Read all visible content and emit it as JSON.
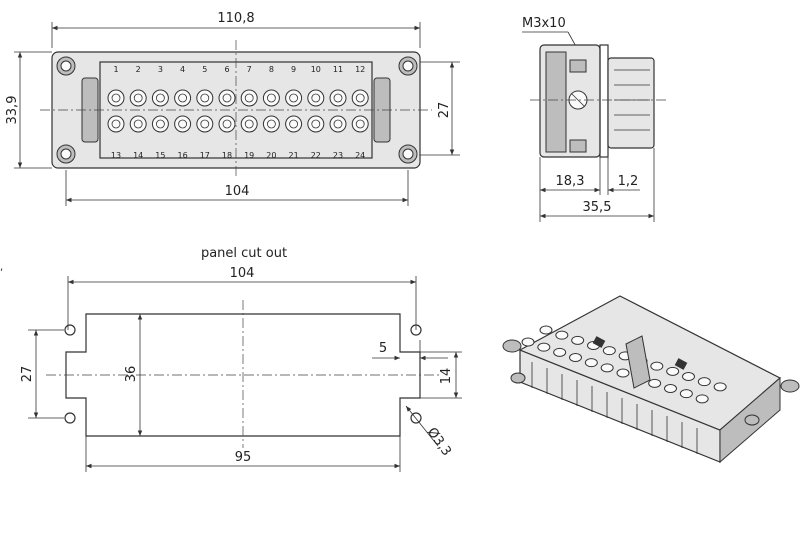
{
  "front_view": {
    "dim_width_overall": "110,8",
    "dim_height_overall": "33,9",
    "dim_height_inner": "27",
    "dim_hole_spacing": "104",
    "pin_numbers_top": [
      "1",
      "2",
      "3",
      "4",
      "5",
      "6",
      "7",
      "8",
      "9",
      "10",
      "11",
      "12"
    ],
    "pin_numbers_bottom": [
      "13",
      "14",
      "15",
      "16",
      "17",
      "18",
      "19",
      "20",
      "21",
      "22",
      "23",
      "24"
    ]
  },
  "side_view": {
    "screw_label": "M3x10",
    "dim_depth_a": "18,3",
    "dim_depth_b": "1,2",
    "dim_depth_total": "35,5"
  },
  "cutout": {
    "title": "panel cut out",
    "dim_hole_spacing": "104",
    "dim_hole_vertical": "27",
    "dim_height": "36",
    "dim_notch_width": "5",
    "dim_notch_height": "14",
    "dim_hole_diameter": "Ø3,3",
    "dim_width": "95"
  },
  "iso_view": {
    "label_lines": [
      "",
      ""
    ]
  }
}
